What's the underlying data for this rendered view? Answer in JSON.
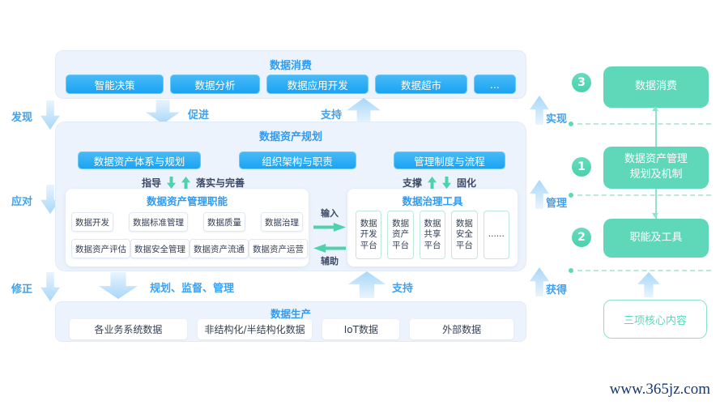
{
  "consumption": {
    "title": "数据消费",
    "items": [
      "智能决策",
      "数据分析",
      "数据应用开发",
      "数据超市",
      "..."
    ]
  },
  "planning": {
    "title": "数据资产规划",
    "pillars": [
      "数据资产体系与规划",
      "组织架构与职责",
      "管理制度与流程"
    ],
    "link_left": {
      "a": "指导",
      "b": "落实与完善"
    },
    "link_right": {
      "a": "支撑",
      "b": "固化"
    },
    "functions": {
      "title": "数据资产管理职能",
      "row1": [
        "数据开发",
        "数据标准管理",
        "数据质量",
        "数据治理"
      ],
      "row2": [
        "数据资产评估",
        "数据安全管理",
        "数据资产流通",
        "数据资产运营"
      ]
    },
    "tools": {
      "title": "数据治理工具",
      "items": [
        "数据开发平台",
        "数据资产平台",
        "数据共享平台",
        "数据安全平台",
        "......"
      ]
    },
    "exchange": {
      "input": "输入",
      "assist": "辅助"
    }
  },
  "production": {
    "title": "数据生产",
    "items": [
      "各业务系统数据",
      "非结构化/半结构化数据",
      "IoT数据",
      "外部数据"
    ]
  },
  "flow_arrows": {
    "promote": "促进",
    "support_top": "支持",
    "plan_supervise": "规划、监督、管理",
    "support_bottom": "支持"
  },
  "left_flow": [
    "发现",
    "应对",
    "修正"
  ],
  "right_flow": [
    "实现",
    "管理",
    "获得"
  ],
  "side_panel": {
    "nodes": [
      {
        "num": "3",
        "label": "数据消费"
      },
      {
        "num": "1",
        "label": "数据资产管理规划及机制"
      },
      {
        "num": "2",
        "label": "职能及工具"
      }
    ],
    "footer": "三项核心内容"
  },
  "watermark": "www.365jz.com",
  "colors": {
    "accent_blue": "#29aaf3",
    "title_blue": "#2f9bf1",
    "mint_green": "#5fd8ba",
    "navy_text": "#333f54",
    "panel_bg": "#edf3fc"
  }
}
